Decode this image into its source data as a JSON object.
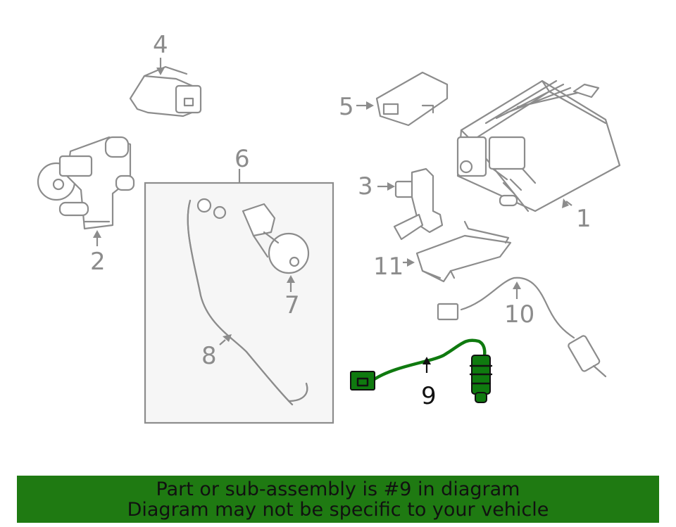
{
  "callouts": {
    "c1": "1",
    "c2": "2",
    "c3": "3",
    "c4": "4",
    "c5": "5",
    "c6": "6",
    "c7": "7",
    "c8": "8",
    "c9": "9",
    "c10": "10",
    "c11": "11"
  },
  "highlight_part": "9",
  "colors": {
    "highlight": "#0f7a0f",
    "banner": "#1f7a12",
    "line": "#8c8c8c",
    "box_fill": "#f6f6f6"
  },
  "banner": {
    "line1": "Part or sub-assembly is #9 in diagram",
    "line2": "Diagram may not be specific to your vehicle"
  }
}
